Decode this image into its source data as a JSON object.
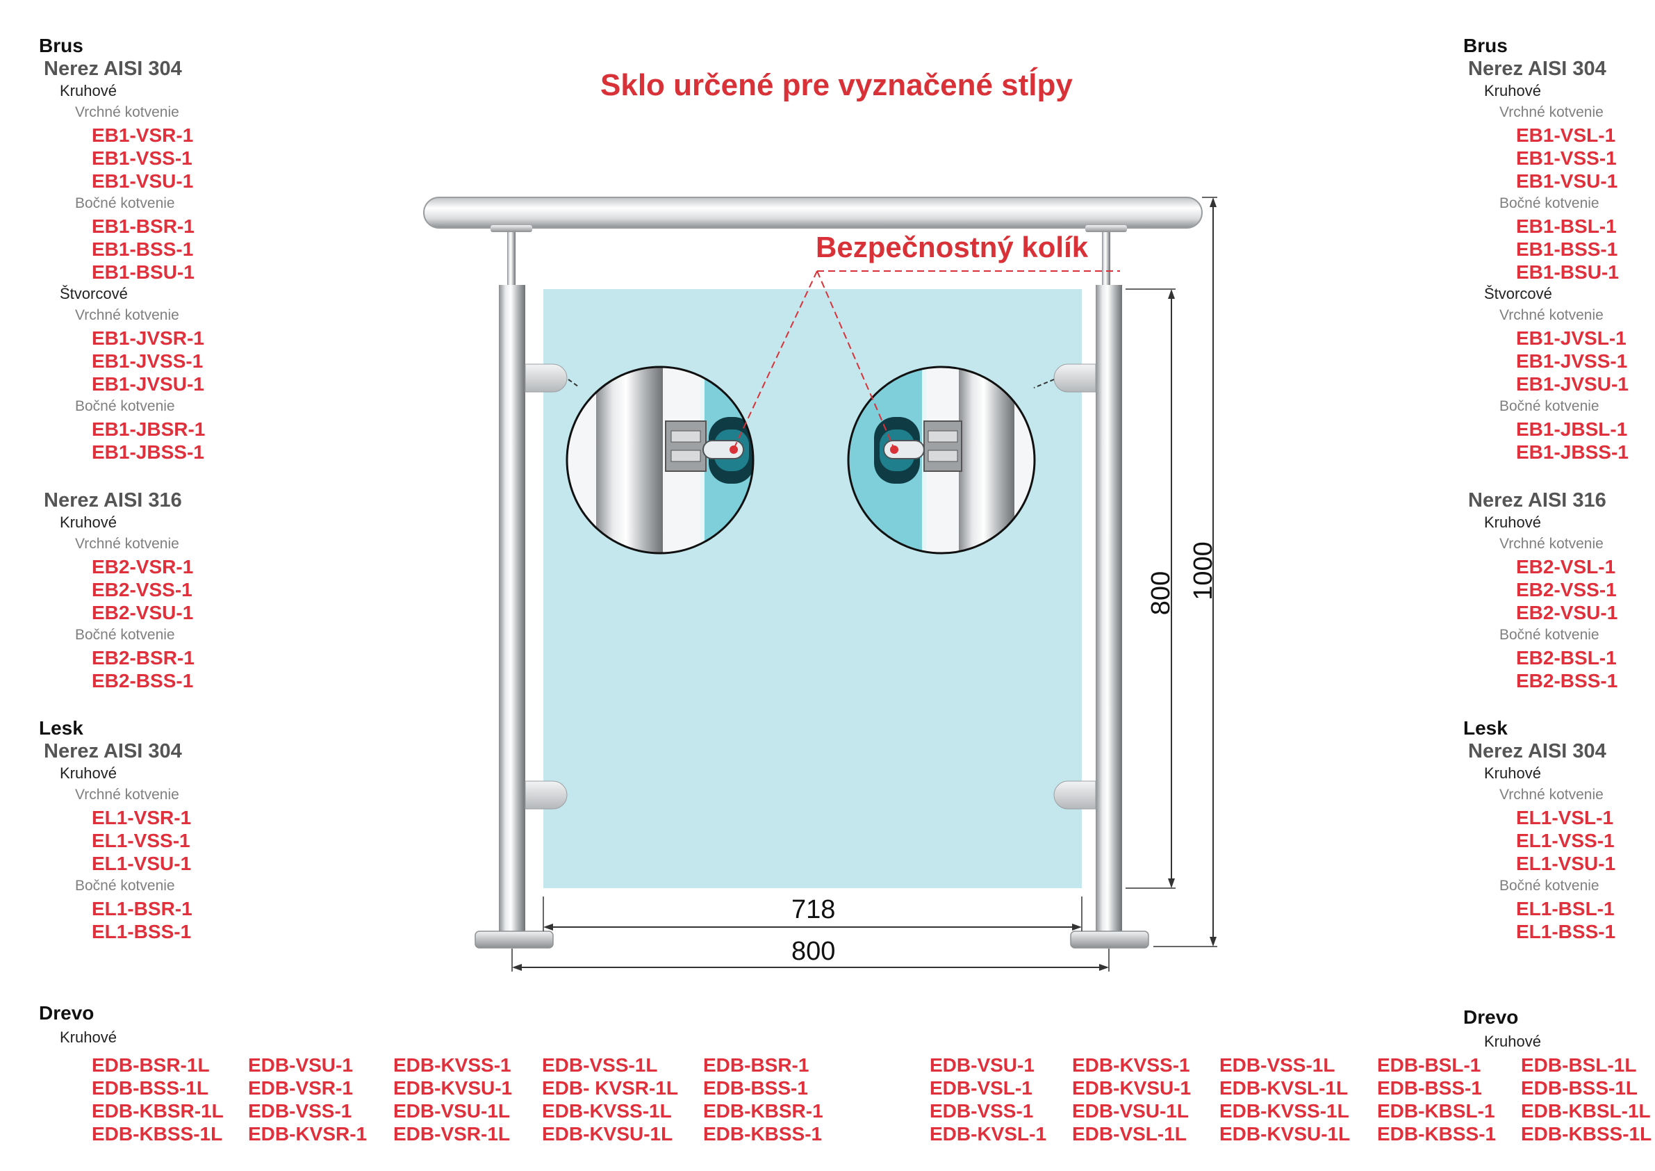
{
  "title": "Sklo určené pre vyznačené stĺpy",
  "callout": "Bezpečnostný kolík",
  "dimensions": {
    "glass_width": "718",
    "post_spacing": "800",
    "glass_height": "800",
    "total_height": "1000"
  },
  "left": {
    "brus": {
      "heading": "Brus",
      "aisi304": {
        "heading": "Nerez AISI 304",
        "kruhove": {
          "heading": "Kruhové",
          "vrchne_label": "Vrchné kotvenie",
          "vrchne": [
            "EB1-VSR-1",
            "EB1-VSS-1",
            "EB1-VSU-1"
          ],
          "bocne_label": "Bočné kotvenie",
          "bocne": [
            "EB1-BSR-1",
            "EB1-BSS-1",
            "EB1-BSU-1"
          ]
        },
        "stvorcove": {
          "heading": "Štvorcové",
          "vrchne_label": "Vrchné kotvenie",
          "vrchne": [
            "EB1-JVSR-1",
            "EB1-JVSS-1",
            "EB1-JVSU-1"
          ],
          "bocne_label": "Bočné kotvenie",
          "bocne": [
            "EB1-JBSR-1",
            "EB1-JBSS-1"
          ]
        }
      },
      "aisi316": {
        "heading": "Nerez AISI 316",
        "kruhove": {
          "heading": "Kruhové",
          "vrchne_label": "Vrchné kotvenie",
          "vrchne": [
            "EB2-VSR-1",
            "EB2-VSS-1",
            "EB2-VSU-1"
          ],
          "bocne_label": "Bočné kotvenie",
          "bocne": [
            "EB2-BSR-1",
            "EB2-BSS-1"
          ]
        }
      }
    },
    "lesk": {
      "heading": "Lesk",
      "aisi304": {
        "heading": "Nerez AISI 304",
        "kruhove": {
          "heading": "Kruhové",
          "vrchne_label": "Vrchné kotvenie",
          "vrchne": [
            "EL1-VSR-1",
            "EL1-VSS-1",
            "EL1-VSU-1"
          ],
          "bocne_label": "Bočné kotvenie",
          "bocne": [
            "EL1-BSR-1",
            "EL1-BSS-1"
          ]
        }
      }
    },
    "drevo": {
      "heading": "Drevo",
      "sub": "Kruhové",
      "columns": [
        [
          "EDB-BSR-1L",
          "EDB-BSS-1L",
          "EDB-KBSR-1L",
          "EDB-KBSS-1L"
        ],
        [
          "EDB-VSU-1",
          "EDB-VSR-1",
          "EDB-VSS-1",
          "EDB-KVSR-1"
        ],
        [
          "EDB-KVSS-1",
          "EDB-KVSU-1",
          "EDB-VSU-1L",
          "EDB-VSR-1L"
        ],
        [
          "EDB-VSS-1L",
          "EDB- KVSR-1L",
          "EDB-KVSS-1L",
          "EDB-KVSU-1L"
        ],
        [
          "EDB-BSR-1",
          "EDB-BSS-1",
          "EDB-KBSR-1",
          "EDB-KBSS-1"
        ]
      ]
    }
  },
  "right": {
    "brus": {
      "heading": "Brus",
      "aisi304": {
        "heading": "Nerez AISI 304",
        "kruhove": {
          "heading": "Kruhové",
          "vrchne_label": "Vrchné kotvenie",
          "vrchne": [
            "EB1-VSL-1",
            "EB1-VSS-1",
            "EB1-VSU-1"
          ],
          "bocne_label": "Bočné kotvenie",
          "bocne": [
            "EB1-BSL-1",
            "EB1-BSS-1",
            "EB1-BSU-1"
          ]
        },
        "stvorcove": {
          "heading": "Štvorcové",
          "vrchne_label": "Vrchné kotvenie",
          "vrchne": [
            "EB1-JVSL-1",
            "EB1-JVSS-1",
            "EB1-JVSU-1"
          ],
          "bocne_label": "Bočné kotvenie",
          "bocne": [
            "EB1-JBSL-1",
            "EB1-JBSS-1"
          ]
        }
      },
      "aisi316": {
        "heading": "Nerez AISI 316",
        "kruhove": {
          "heading": "Kruhové",
          "vrchne_label": "Vrchné kotvenie",
          "vrchne": [
            "EB2-VSL-1",
            "EB2-VSS-1",
            "EB2-VSU-1"
          ],
          "bocne_label": "Bočné kotvenie",
          "bocne": [
            "EB2-BSL-1",
            "EB2-BSS-1"
          ]
        }
      }
    },
    "lesk": {
      "heading": "Lesk",
      "aisi304": {
        "heading": "Nerez AISI 304",
        "kruhove": {
          "heading": "Kruhové",
          "vrchne_label": "Vrchné kotvenie",
          "vrchne": [
            "EL1-VSL-1",
            "EL1-VSS-1",
            "EL1-VSU-1"
          ],
          "bocne_label": "Bočné kotvenie",
          "bocne": [
            "EL1-BSL-1",
            "EL1-BSS-1"
          ]
        }
      }
    },
    "drevo": {
      "heading": "Drevo",
      "sub": "Kruhové",
      "columns": [
        [
          "EDB-VSU-1",
          "EDB-VSL-1",
          "EDB-VSS-1",
          "EDB-KVSL-1"
        ],
        [
          "EDB-KVSS-1",
          "EDB-KVSU-1",
          "EDB-VSU-1L",
          "EDB-VSL-1L"
        ],
        [
          "EDB-VSS-1L",
          "EDB-KVSL-1L",
          "EDB-KVSS-1L",
          "EDB-KVSU-1L"
        ],
        [
          "EDB-BSL-1",
          "EDB-BSS-1",
          "EDB-KBSL-1",
          "EDB-KBSS-1"
        ],
        [
          "EDB-BSL-1L",
          "EDB-BSS-1L",
          "EDB-KBSL-1L",
          "EDB-KBSS-1L"
        ]
      ]
    }
  }
}
